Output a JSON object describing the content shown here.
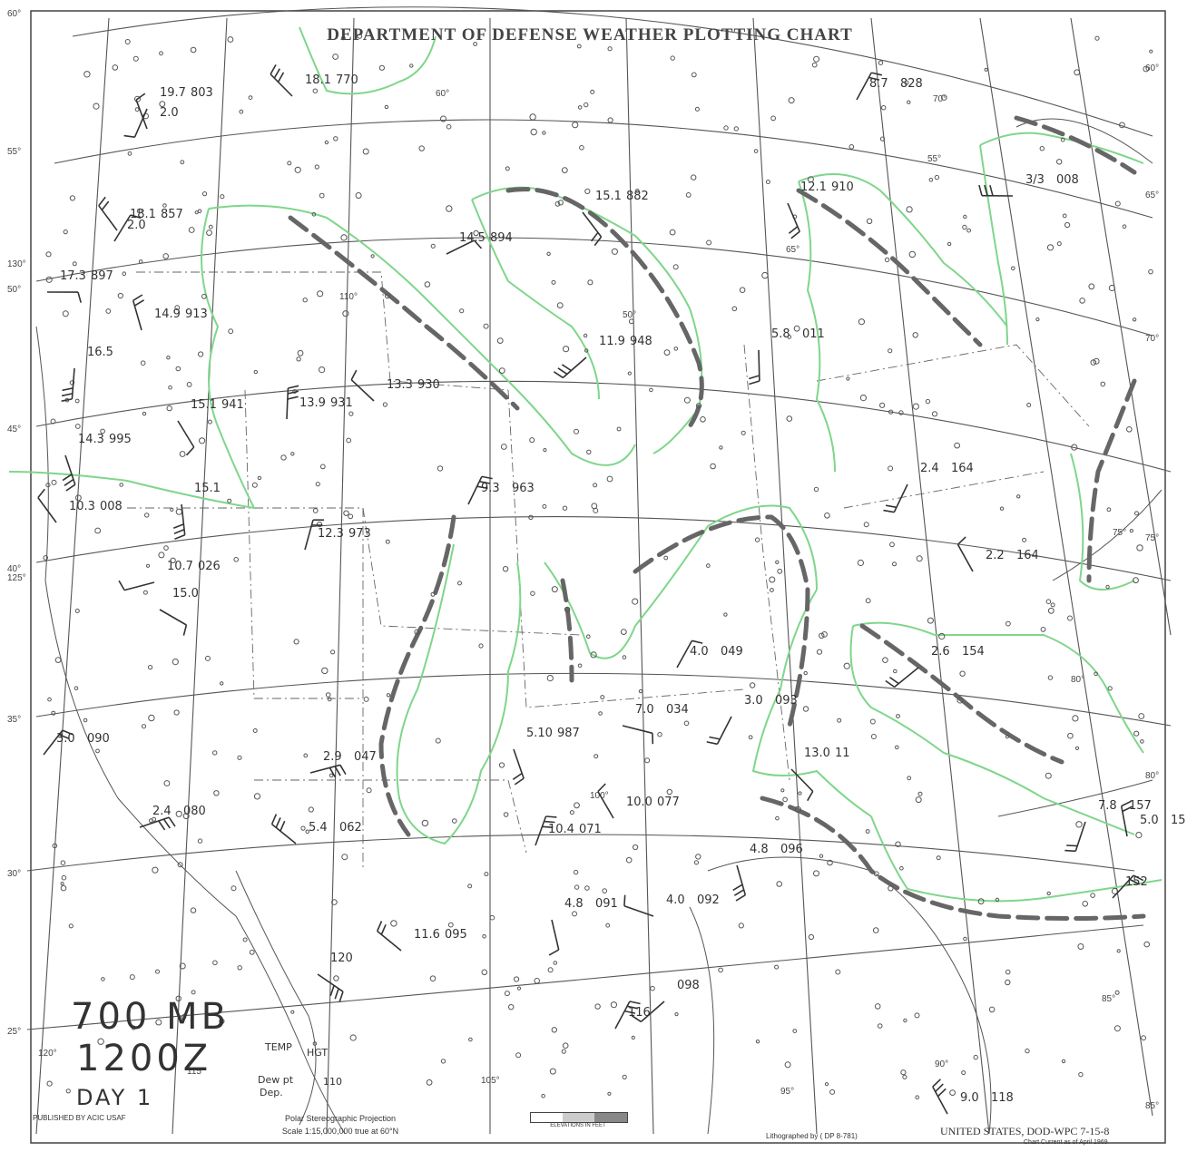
{
  "chart": {
    "title": "DEPARTMENT OF DEFENSE WEATHER PLOTTING CHART",
    "level": "700 MB",
    "time": "1200Z",
    "day": "DAY 1",
    "publisher": "PUBLISHED BY ACIC USAF",
    "projection": "Polar Stereographic Projection",
    "scale": "Scale 1:15,000,000 true at 60°N",
    "elevations": "ELEVATIONS IN FEET",
    "lithograph": "Lithographed by ( DP 8-781)",
    "chart_id": "UNITED STATES, DOD-WPC 7-15-8",
    "current": "Chart Current as of April 1969"
  },
  "legend": {
    "temp": "TEMP",
    "hgt": "HGT",
    "dewpt": "Dew pt",
    "dep": "Dep.",
    "sample": "110"
  },
  "latitude_labels": [
    "60°",
    "55°",
    "50°",
    "45°",
    "40°",
    "35°",
    "30°",
    "25°"
  ],
  "right_lat_labels": [
    "60°",
    "65°",
    "70°",
    "75°",
    "80°",
    "85°"
  ],
  "longitude_labels": [
    "130°",
    "125°",
    "120°",
    "115°",
    "110°",
    "105°",
    "100°",
    "95°",
    "90°",
    "85°",
    "80°",
    "75°",
    "70°",
    "65°",
    "60°",
    "55°",
    "50°"
  ],
  "colors": {
    "ink": "#333333",
    "grid": "#555555",
    "cloud_edge": "#7fd68a",
    "trough": "#666666"
  },
  "observations": [
    {
      "id": "o1",
      "t": "19.7",
      "h": "803"
    },
    {
      "id": "o2",
      "t": "2.0",
      "h": ""
    },
    {
      "id": "o3",
      "t": "18.1",
      "h": "770"
    },
    {
      "id": "o4",
      "t": "8.7",
      "h": "828"
    },
    {
      "id": "o5",
      "t": "18.1",
      "h": "857"
    },
    {
      "id": "o6",
      "t": "2.0",
      "h": ""
    },
    {
      "id": "o7",
      "t": "17.3",
      "h": "897"
    },
    {
      "id": "o8",
      "t": "14.9",
      "h": "913"
    },
    {
      "id": "o9",
      "t": "16.5",
      "h": ""
    },
    {
      "id": "o10",
      "t": "15.1",
      "h": "941"
    },
    {
      "id": "o11",
      "t": "14.3",
      "h": "995"
    },
    {
      "id": "o12",
      "t": "15.1",
      "h": ""
    },
    {
      "id": "o13",
      "t": "10.3",
      "h": "008"
    },
    {
      "id": "o14",
      "t": "10.7",
      "h": "026"
    },
    {
      "id": "o15",
      "t": "15.0",
      "h": ""
    },
    {
      "id": "o16",
      "t": "12.3",
      "h": "973"
    },
    {
      "id": "o17",
      "t": "9.3",
      "h": "963"
    },
    {
      "id": "o18",
      "t": "15.1",
      "h": "882"
    },
    {
      "id": "o19",
      "t": "14.5",
      "h": "894"
    },
    {
      "id": "o20",
      "t": "13.3",
      "h": "930"
    },
    {
      "id": "o21",
      "t": "13.9",
      "h": "931"
    },
    {
      "id": "o22",
      "t": "11.9",
      "h": "948"
    },
    {
      "id": "o23",
      "t": "12.1",
      "h": "910"
    },
    {
      "id": "o24",
      "t": "5.8",
      "h": "011"
    },
    {
      "id": "o25",
      "t": "3/3",
      "h": "008"
    },
    {
      "id": "o26",
      "t": "3.0",
      "h": "090"
    },
    {
      "id": "o27",
      "t": "2.4",
      "h": "080"
    },
    {
      "id": "o28",
      "t": "5.4",
      "h": "062"
    },
    {
      "id": "o29",
      "t": "2.9",
      "h": "047"
    },
    {
      "id": "o30",
      "t": "5.10",
      "h": "987"
    },
    {
      "id": "o31",
      "t": "7.0",
      "h": "034"
    },
    {
      "id": "o32",
      "t": "4.0",
      "h": "049"
    },
    {
      "id": "o33",
      "t": "3.0",
      "h": "093"
    },
    {
      "id": "o34",
      "t": "13.0",
      "h": "11"
    },
    {
      "id": "o35",
      "t": "10.4",
      "h": "071"
    },
    {
      "id": "o36",
      "t": "10.0",
      "h": "077"
    },
    {
      "id": "o37",
      "t": "4.8",
      "h": "096"
    },
    {
      "id": "o38",
      "t": "4.8",
      "h": "091"
    },
    {
      "id": "o39",
      "t": "4.0",
      "h": "092"
    },
    {
      "id": "o40",
      "t": "11.6",
      "h": "095"
    },
    {
      "id": "o41",
      "t": "2.6",
      "h": "154"
    },
    {
      "id": "o42",
      "t": "2.4",
      "h": "164"
    },
    {
      "id": "o43",
      "t": "2.2",
      "h": "164"
    },
    {
      "id": "o44",
      "t": "9.0",
      "h": "118"
    },
    {
      "id": "o45",
      "t": "7.8",
      "h": "157"
    },
    {
      "id": "o46",
      "t": "5.0",
      "h": "15"
    },
    {
      "id": "o47",
      "t": "",
      "h": "098"
    },
    {
      "id": "o48",
      "t": "",
      "h": "116"
    },
    {
      "id": "o49",
      "t": "",
      "h": "120"
    },
    {
      "id": "o50",
      "t": "",
      "h": "152"
    }
  ]
}
